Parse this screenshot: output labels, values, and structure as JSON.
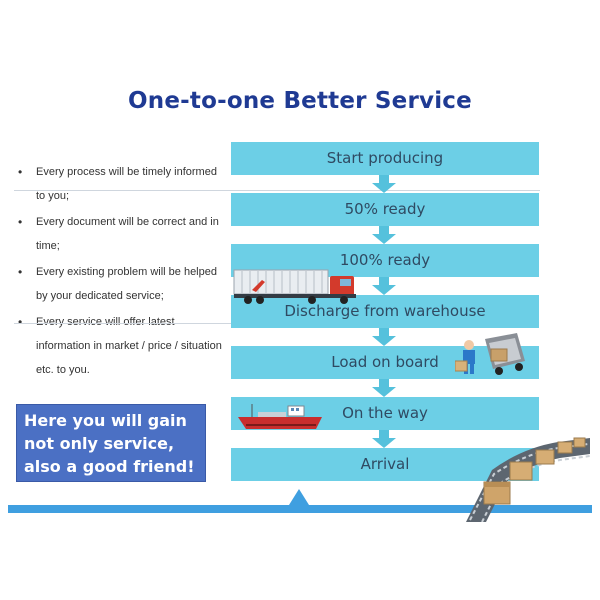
{
  "title": "One-to-one Better Service",
  "bullets": [
    "Every process will be timely informed to you;",
    "Every document will be correct and in time;",
    "Every existing problem will be helped by your dedicated service;",
    "Every service will offer latest information in market / price / situation etc. to you."
  ],
  "highlight": "Here you will gain not only service, also a good friend!",
  "steps": [
    "Start producing",
    "50% ready",
    "100% ready",
    "Discharge from warehouse",
    "Load on board",
    "On the way",
    "Arrival"
  ],
  "colors": {
    "title": "#1f3a93",
    "step_fill": "#6ccfe6",
    "arrow": "#55c1dc",
    "highlight_box": "#4b70c4",
    "baseline": "#3f9fe0"
  },
  "icons": [
    "truck-icon",
    "delivery-man-icon",
    "ship-icon",
    "conveyor-boxes-icon"
  ]
}
